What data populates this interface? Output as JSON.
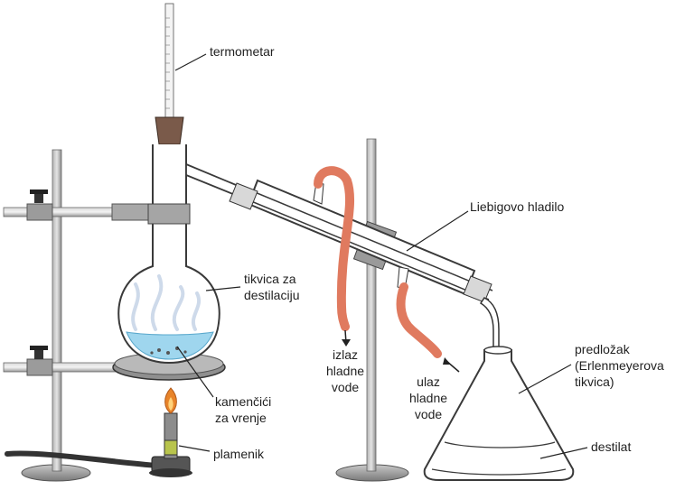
{
  "labels": {
    "termometar": "termometar",
    "liebig": "Liebigovo hladilo",
    "tikvica_line1": "tikvica za",
    "tikvica_line2": "destilaciju",
    "izlaz_line1": "izlaz",
    "izlaz_line2": "hladne",
    "izlaz_line3": "vode",
    "ulaz_line1": "ulaz",
    "ulaz_line2": "hladne",
    "ulaz_line3": "vode",
    "predlozak_line1": "predložak",
    "predlozak_line2": "(Erlenmeyerova",
    "predlozak_line3": "tikvica)",
    "kamencici_line1": "kamenčići",
    "kamencici_line2": "za vrenje",
    "plamenik": "plamenik",
    "destilat": "destilat"
  },
  "colors": {
    "stand": "#8a8a8a",
    "clamp": "#6f6f6f",
    "glass_outline": "#3a3a3a",
    "stopper": "#7a5a4a",
    "hose": "#e07a5f",
    "water": "#9fd6ee",
    "burner_flame": "#e8842a",
    "burner_body": "#7a8a3a"
  }
}
